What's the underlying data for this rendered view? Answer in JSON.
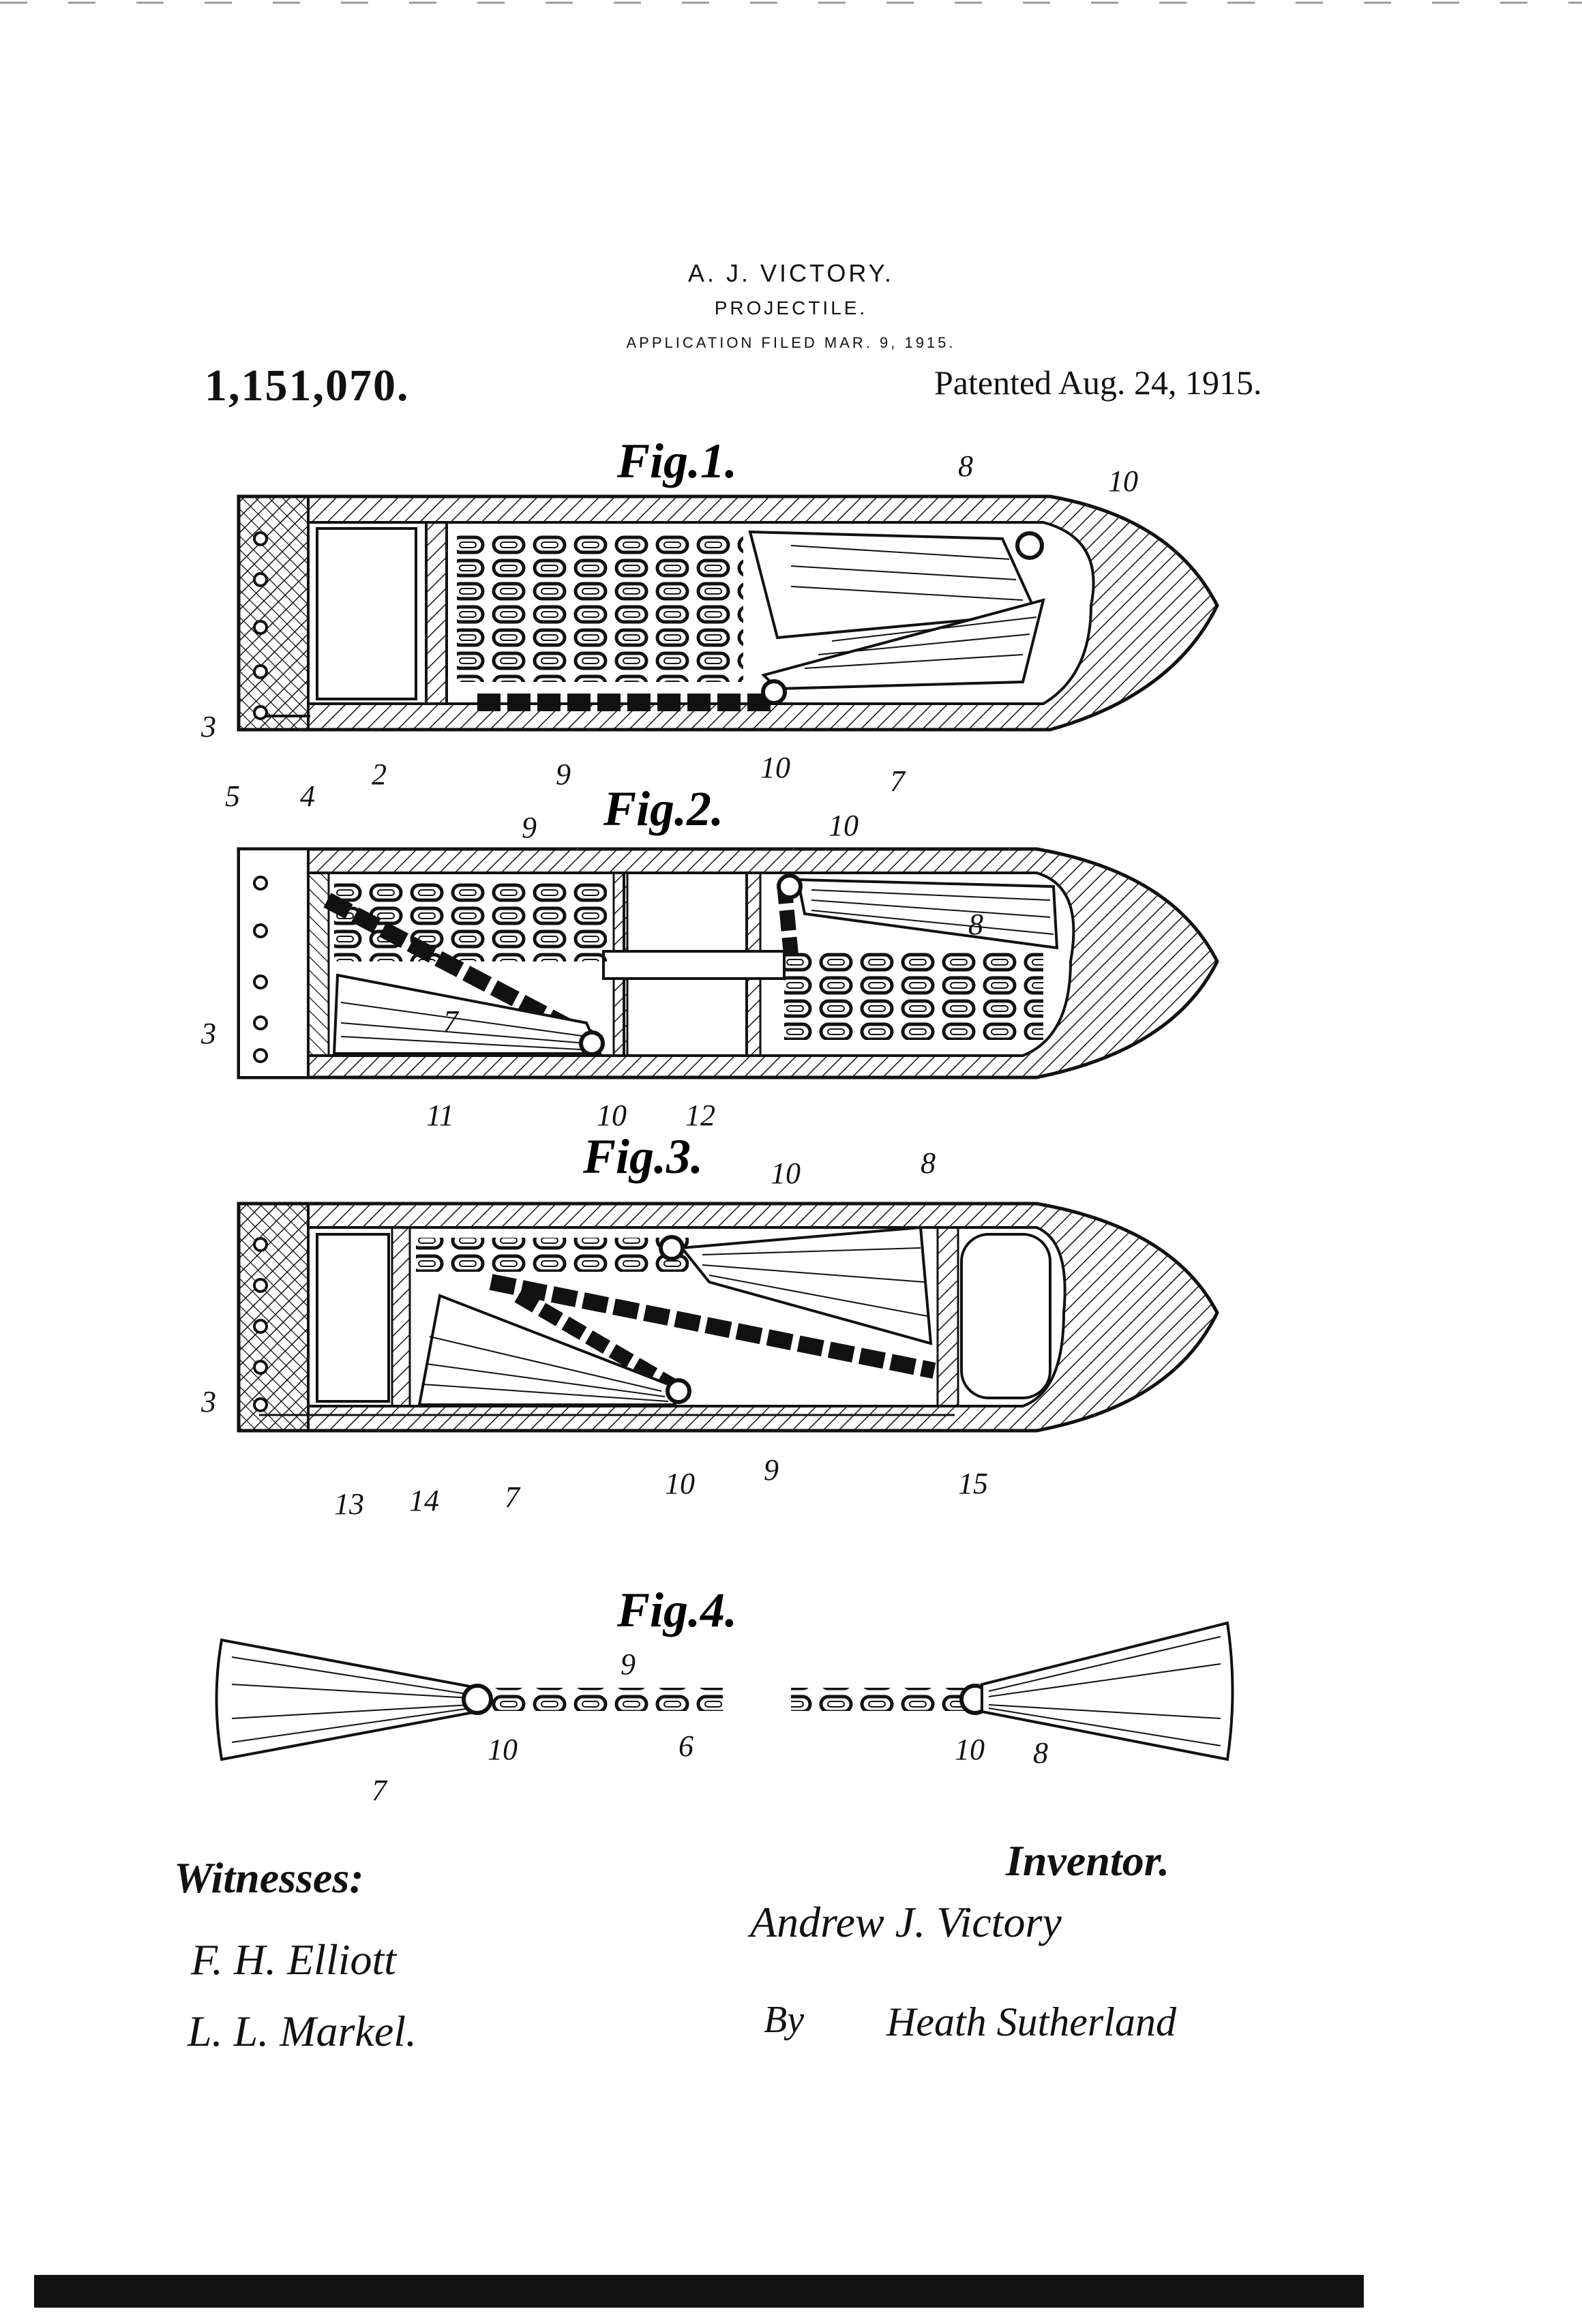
{
  "header": {
    "inventor": "A. J. VICTORY.",
    "title": "PROJECTILE.",
    "filed": "APPLICATION FILED MAR. 9, 1915.",
    "patent_number": "1,151,070.",
    "patent_date": "Patented Aug. 24, 1915."
  },
  "figures": {
    "fig1": {
      "title": "Fig.1.",
      "labels": [
        "8",
        "10",
        "3",
        "5",
        "4",
        "2",
        "9",
        "10",
        "7"
      ]
    },
    "fig2": {
      "title": "Fig.2.",
      "labels": [
        "9",
        "10",
        "8",
        "3",
        "7",
        "11",
        "10",
        "12"
      ]
    },
    "fig3": {
      "title": "Fig.3.",
      "labels": [
        "10",
        "8",
        "3",
        "13",
        "14",
        "7",
        "10",
        "9",
        "15"
      ]
    },
    "fig4": {
      "title": "Fig.4.",
      "labels": [
        "9",
        "7",
        "10",
        "6",
        "10",
        "8"
      ]
    }
  },
  "signatures": {
    "witnesses_label": "Witnesses:",
    "inventor_label": "Inventor.",
    "witness_1": "F. H. Elliott",
    "witness_2": "L. L. Markel.",
    "inventor_signature": "Andrew J. Victory",
    "by": "By",
    "attorney": "Heath Sutherland"
  }
}
